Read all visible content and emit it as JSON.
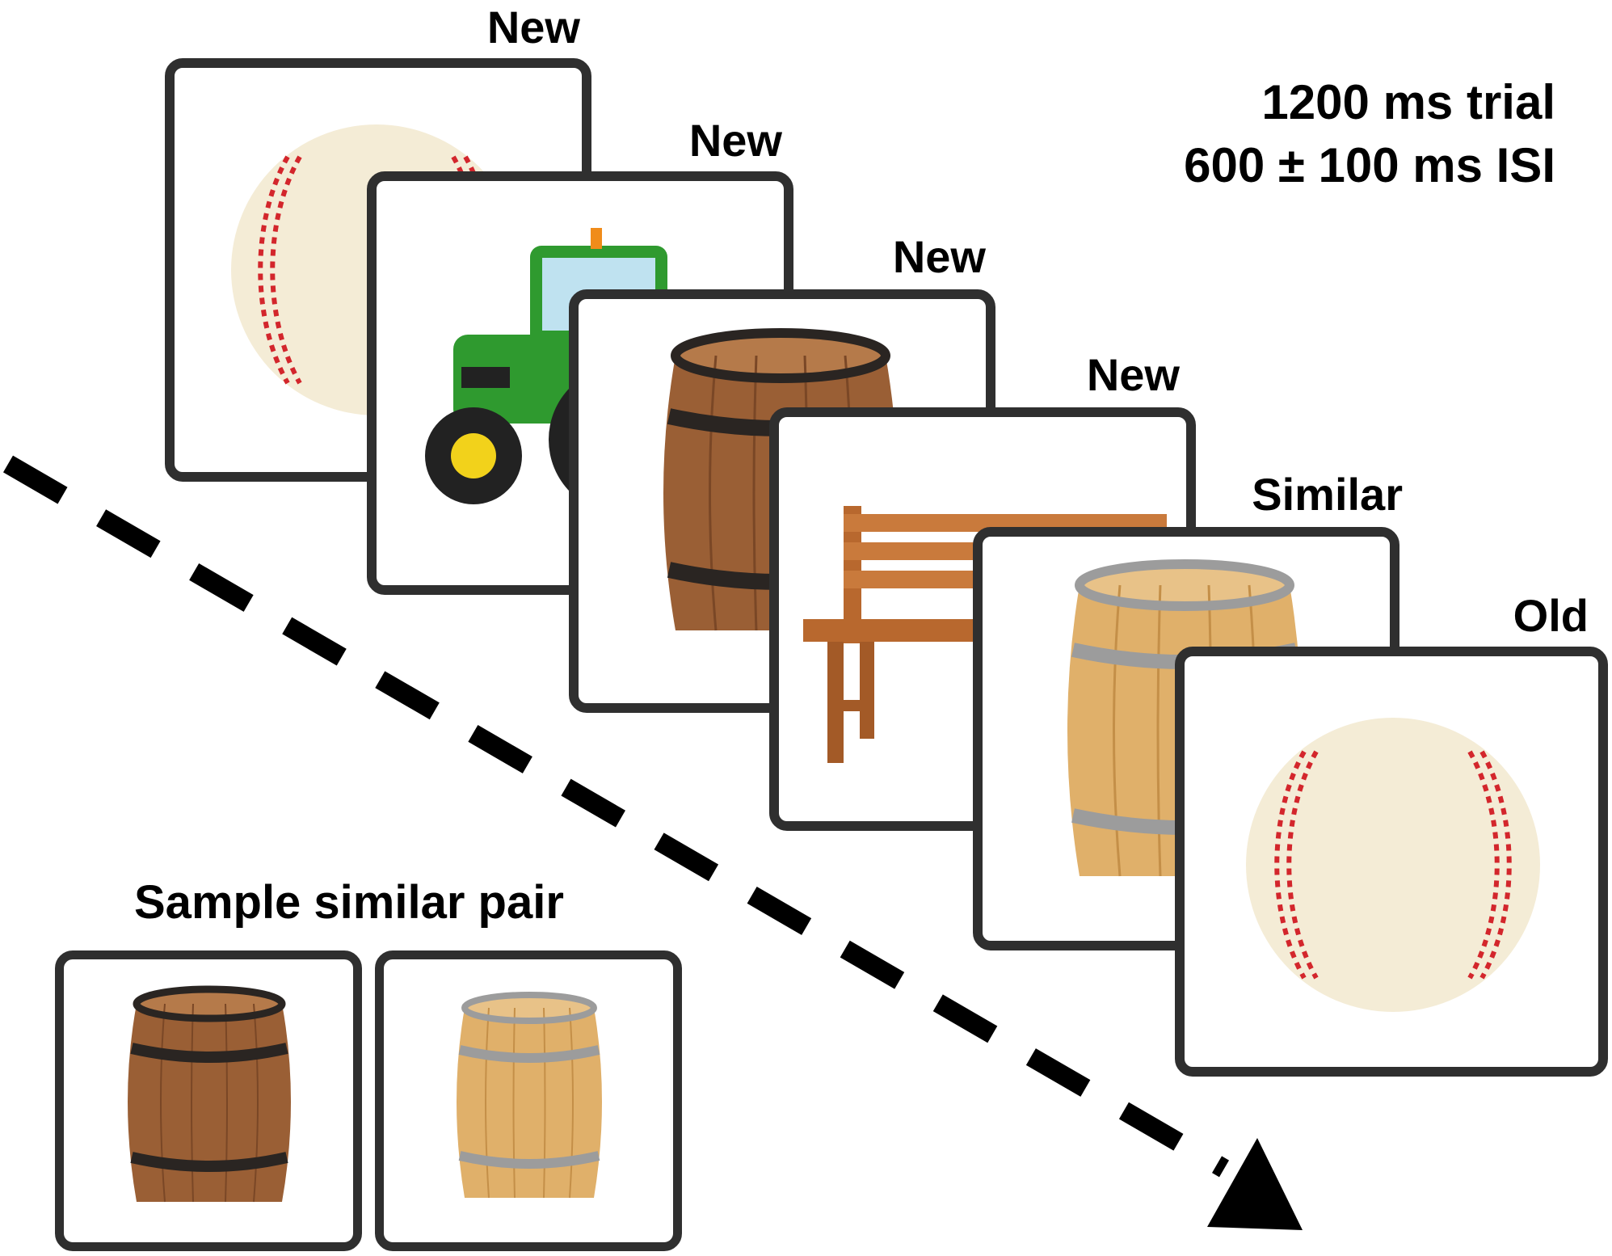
{
  "timing": {
    "line1": "1200 ms trial",
    "line2": "600 ± 100 ms ISI"
  },
  "trials": [
    {
      "label": "New",
      "object": "baseball",
      "icon": "baseball-icon"
    },
    {
      "label": "New",
      "object": "tractor",
      "icon": "tractor-icon"
    },
    {
      "label": "New",
      "object": "dark-barrel",
      "icon": "barrel-icon"
    },
    {
      "label": "New",
      "object": "bench",
      "icon": "bench-icon"
    },
    {
      "label": "Similar",
      "object": "light-barrel",
      "icon": "barrel-icon"
    },
    {
      "label": "Old",
      "object": "baseball",
      "icon": "baseball-icon"
    }
  ],
  "sample_pair": {
    "title": "Sample similar pair",
    "items": [
      {
        "object": "dark-barrel",
        "icon": "barrel-icon"
      },
      {
        "object": "light-barrel",
        "icon": "barrel-icon"
      }
    ]
  },
  "colors": {
    "card_border": "#2f2f2f",
    "dark_barrel_wood": "#9a5f35",
    "dark_barrel_band": "#2a2522",
    "light_barrel_wood": "#e0b06a",
    "light_barrel_band": "#9c9c9c",
    "baseball": "#f4ecd6",
    "stitch": "#d3262c",
    "tractor_green": "#2f9a2f",
    "tractor_yellow": "#f2d21b",
    "bench_wood": "#b8682e"
  }
}
